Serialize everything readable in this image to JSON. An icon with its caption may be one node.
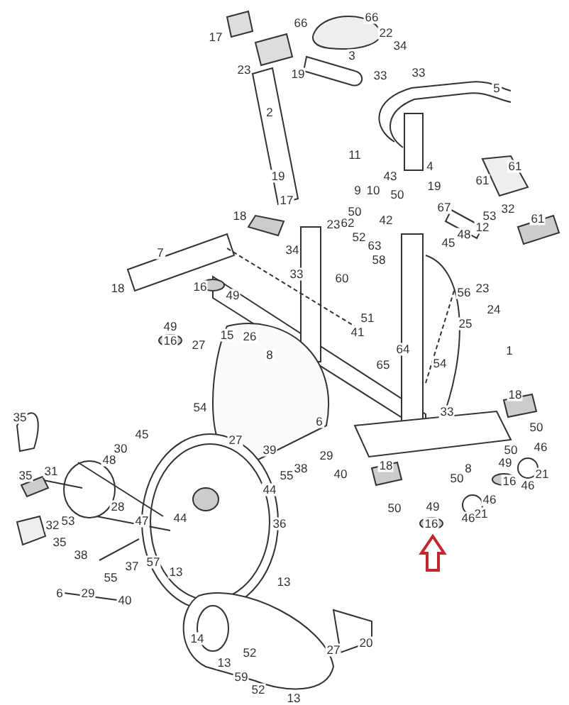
{
  "diagram": {
    "labels": [
      "66",
      "17",
      "66",
      "22",
      "34",
      "3",
      "23",
      "19",
      "33",
      "33",
      "5",
      "2",
      "11",
      "4",
      "61",
      "43",
      "19",
      "61",
      "19",
      "9",
      "10",
      "50",
      "17",
      "67",
      "32",
      "50",
      "18",
      "53",
      "61",
      "42",
      "62",
      "23",
      "12",
      "48",
      "52",
      "45",
      "63",
      "34",
      "7",
      "58",
      "33",
      "60",
      "16",
      "18",
      "23",
      "56",
      "49",
      "24",
      "51",
      "25",
      "49",
      "41",
      "15",
      "26",
      "16",
      "27",
      "64",
      "1",
      "8",
      "54",
      "65",
      "18",
      "54",
      "35",
      "6",
      "33",
      "50",
      "45",
      "27",
      "46",
      "30",
      "39",
      "50",
      "29",
      "48",
      "49",
      "18",
      "8",
      "38",
      "31",
      "21",
      "40",
      "55",
      "35",
      "50",
      "16",
      "46",
      "44",
      "46",
      "28",
      "49",
      "50",
      "21",
      "46",
      "53",
      "47",
      "44",
      "36",
      "16",
      "32",
      "35",
      "38",
      "57",
      "37",
      "13",
      "55",
      "13",
      "29",
      "6",
      "40",
      "14",
      "20",
      "27",
      "52",
      "13",
      "59",
      "52",
      "13"
    ]
  }
}
